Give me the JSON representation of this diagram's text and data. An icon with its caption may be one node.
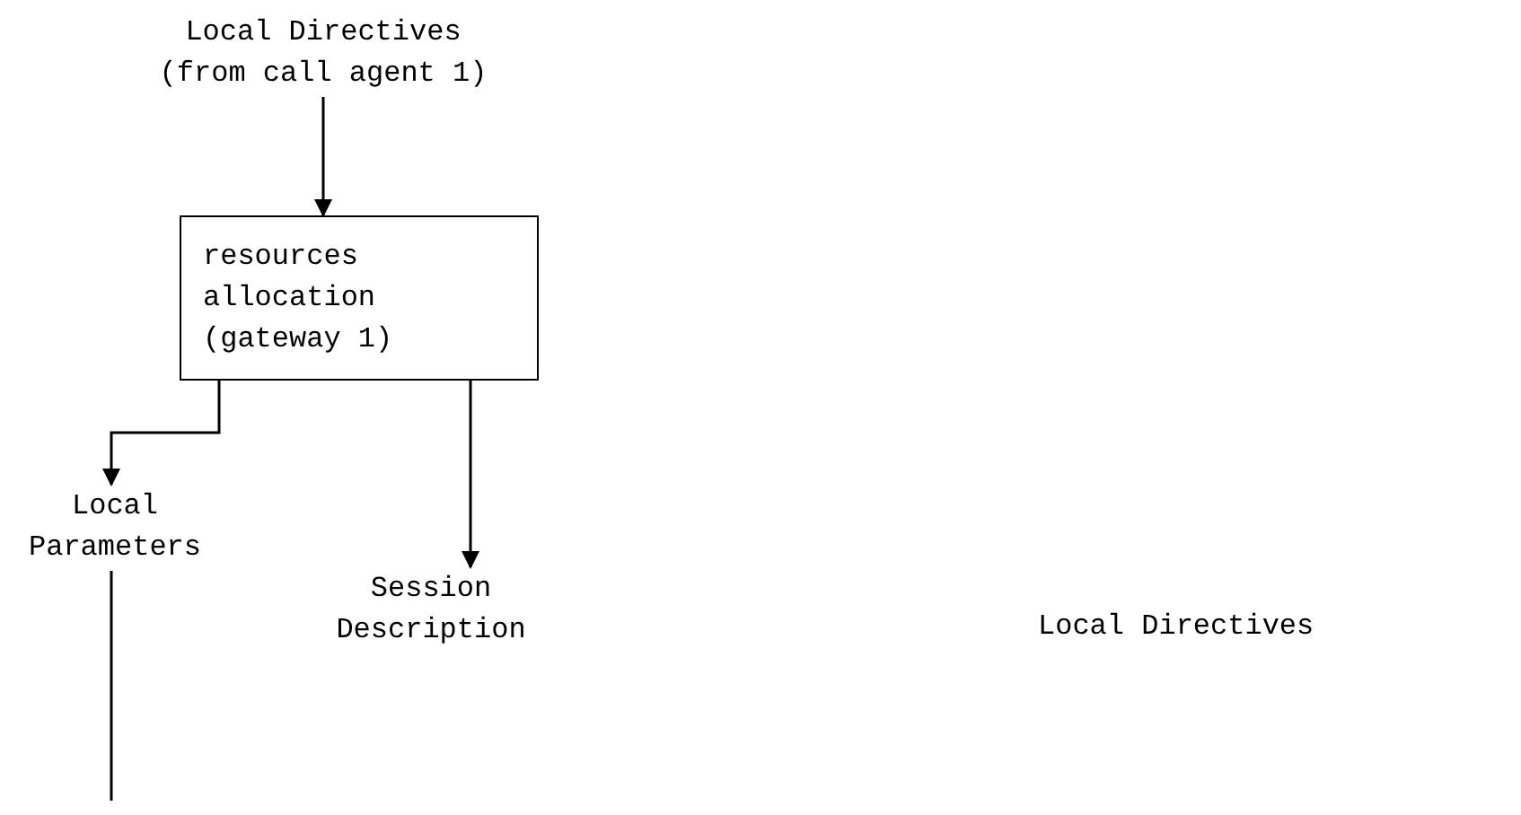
{
  "diagram": {
    "nodes": [
      {
        "text": [
          "Local Directives (from call agent 1)"
        ]
      },
      {
        "text": [
          "resources allocation (gateway 1)"
        ]
      },
      {
        "text": [
          "Local Parameters"
        ]
      },
      {
        "text": [
          "Session Description"
        ]
      }
    ],
    "edges": [
      {
        "from": 0,
        "to": 1,
        "arrow": "to"
      },
      {
        "from": 1,
        "to": 2,
        "arrow": "to"
      },
      {
        "from": 1,
        "to": 3,
        "arrow": "to"
      },
      {
        "from": 2,
        "to": null,
        "arrow": "none"
      }
    ],
    "labels": [
      "Local Directives"
    ]
  }
}
